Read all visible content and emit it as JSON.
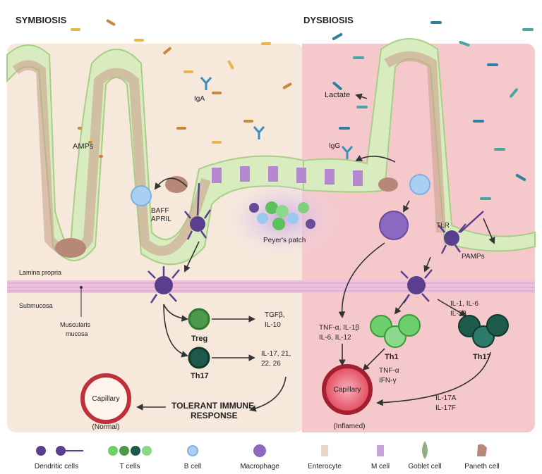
{
  "headings": {
    "symbiosis": "SYMBIOSIS",
    "dysbiosis": "DYSBIOSIS"
  },
  "labels": {
    "amps": "AMPs",
    "iga": "IgA",
    "igg": "IgG",
    "lactate": "Lactate",
    "baff": "BAFF",
    "april": "APRIL",
    "peyers_patch": "Peyer's patch",
    "tlr": "TLR",
    "pamps": "PAMPs",
    "lamina_propria": "Lamina propria",
    "submucosa": "Submucosa",
    "muscularis_1": "Muscularis",
    "muscularis_2": "mucosa",
    "treg": "Treg",
    "th17_left": "Th17",
    "tgfb": "TGFβ,",
    "il10": "IL-10",
    "il17_list_1": "IL-17, 21,",
    "il17_list_2": "22, 26",
    "tolerant_1": "TOLERANT IMMUNE",
    "tolerant_2": "RESPONSE",
    "capillary_left": "Capillary",
    "normal": "(Normal)",
    "tnf_line1": "TNF-α, IL-1β",
    "tnf_line2": "IL-6, IL-12",
    "th1": "Th1",
    "tnfa": "TNF-α",
    "ifng": "IFN-γ",
    "capillary_right": "Capillary",
    "inflamed": "(Inflamed)",
    "il1_line1": "IL-1, IL-6",
    "il1_line2": "IL-23",
    "th17_right": "Th17",
    "il17a": "IL-17A",
    "il17f": "IL-17F"
  },
  "legend": [
    {
      "label": "Dendritic cells"
    },
    {
      "label": "T cells"
    },
    {
      "label": "B cell"
    },
    {
      "label": "Macrophage"
    },
    {
      "label": "Enterocyte"
    },
    {
      "label": "M cell"
    },
    {
      "label": "Goblet cell"
    },
    {
      "label": "Paneth cell"
    }
  ],
  "colors": {
    "symbiosis_bg": "#f6e9dc",
    "dysbiosis_bg": "#f5c9cc",
    "epithelium_green": "#d9ecc0",
    "muscularis_pink": "#ecc2dd",
    "tolerant_green": "#5aae3a",
    "dendritic_purple": "#5a3f8e",
    "treg_green": "#4d9a4d",
    "th17_dark": "#1e5a4a",
    "capillary_red": "#c0303a"
  }
}
